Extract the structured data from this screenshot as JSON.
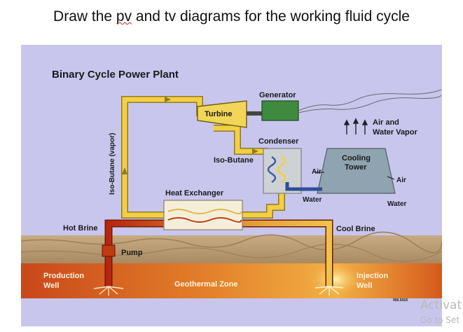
{
  "prompt": {
    "before": "Draw the ",
    "pv": "pv",
    "after": " and tv diagrams for the working fluid cycle"
  },
  "diagram": {
    "title": "Binary Cycle Power Plant",
    "labels": {
      "generator": "Generator",
      "turbine": "Turbine",
      "air_and_water_vapor_1": "Air and",
      "air_and_water_vapor_2": "Water Vapor",
      "condenser": "Condenser",
      "iso_butane": "Iso-Butane",
      "cooling_tower_1": "Cooling",
      "cooling_tower_2": "Tower",
      "air_left": "Air",
      "air_right": "Air",
      "water_center": "Water",
      "water_right": "Water",
      "iso_butane_vapor": "Iso-Butane (vapor)",
      "heat_exchanger": "Heat Exchanger",
      "hot_brine": "Hot Brine",
      "cool_brine": "Cool Brine",
      "pump": "Pump",
      "production_well_1": "Production",
      "production_well_2": "Well",
      "geothermal_zone": "Geothermal Zone",
      "injection_well_1": "Injection",
      "injection_well_2": "Well",
      "code": "906.5418"
    },
    "colors": {
      "background": "#c9c6ee",
      "pipe_yellow": "#f2cf45",
      "brine_red": "#c23a12",
      "ground": "#b89c76",
      "geothermal": "#e0781f",
      "generator": "#3e8a3e",
      "tower": "#8fa3b0"
    }
  },
  "watermark": {
    "line1": "Activat",
    "line2": "Go to Set"
  }
}
